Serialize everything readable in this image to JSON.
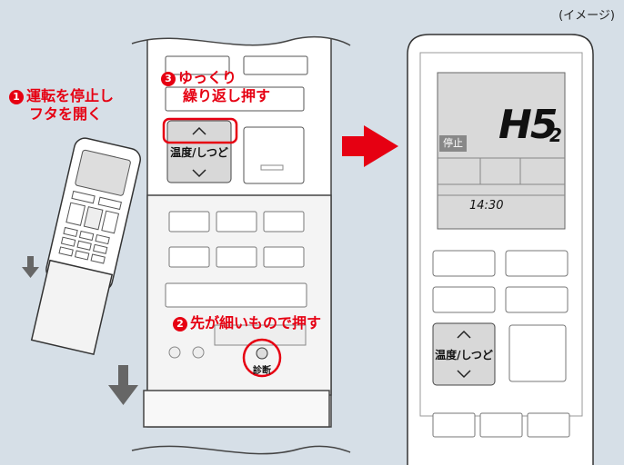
{
  "note": "(イメージ)",
  "steps": {
    "step1": {
      "number": "1",
      "line1": "運転を停止し",
      "line2": "フタを開く"
    },
    "step2": {
      "number": "2",
      "text": "先が細いもので押す"
    },
    "step3": {
      "number": "3",
      "line1": "ゆっくり",
      "line2": "繰り返し押す"
    }
  },
  "remote": {
    "temp_button_label": "温度/しつど",
    "diag_button_label": "診断"
  },
  "display": {
    "status": "停止",
    "code": "H5",
    "code_sub": "2",
    "time": "14:30"
  },
  "colors": {
    "accent": "#e60012",
    "background": "#d6dfe7"
  }
}
